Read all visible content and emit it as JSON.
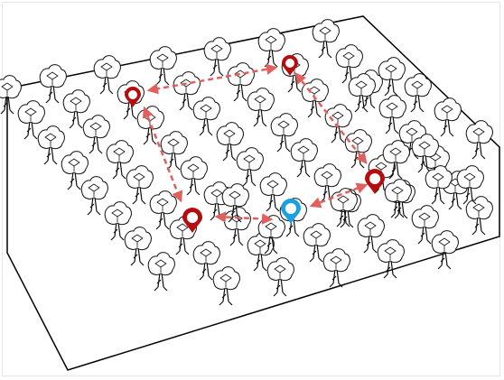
{
  "colors": {
    "background": "#ffffff",
    "ground_outline": "#000000",
    "tree_stroke": "#111111",
    "tree_fill": "#ffffff",
    "route_arrow": "#e06060",
    "waypoint_marker": "#b50d0d",
    "current_location_marker": "#1aa0e0"
  },
  "icons": {
    "tree": "tree-icon",
    "waypoint": "red-map-pin-icon",
    "current_location": "blue-map-pin-icon",
    "route_arrow": "double-headed-dashed-arrow"
  },
  "scene": {
    "description_items": [
      "orchard-ground-plane",
      "tree-grid",
      "patrol-route"
    ],
    "waypoint_count": 5,
    "current_location_count": 1,
    "route_segment_count": 5
  }
}
